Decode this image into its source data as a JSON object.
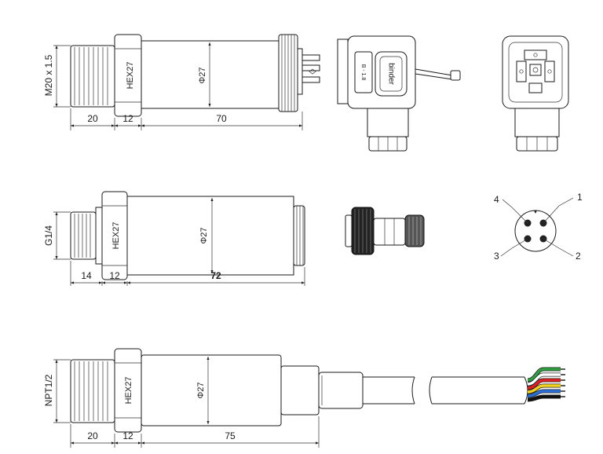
{
  "row1": {
    "thread_label": "M20 x 1.5",
    "hex_label": "HEX27",
    "diameter_label": "Φ27",
    "dim_thread": "20",
    "dim_hex": "12",
    "dim_body": "70",
    "connector_brand": "binder",
    "connector_side_mark": "B - 1.8"
  },
  "row2": {
    "thread_label": "G1/4",
    "hex_label": "HEX27",
    "diameter_label": "Φ27",
    "dim_thread": "14",
    "dim_hex": "12",
    "dim_body": "72",
    "pins": [
      "1",
      "2",
      "3",
      "4"
    ]
  },
  "row3": {
    "thread_label": "NPT1/2",
    "hex_label": "HEX27",
    "diameter_label": "Φ27",
    "dim_thread": "20",
    "dim_hex": "12",
    "dim_body": "75",
    "wire_colors": [
      "#2e9e3e",
      "#ffffff",
      "#e02020",
      "#f2d21a",
      "#2a6fd6",
      "#111111"
    ]
  }
}
